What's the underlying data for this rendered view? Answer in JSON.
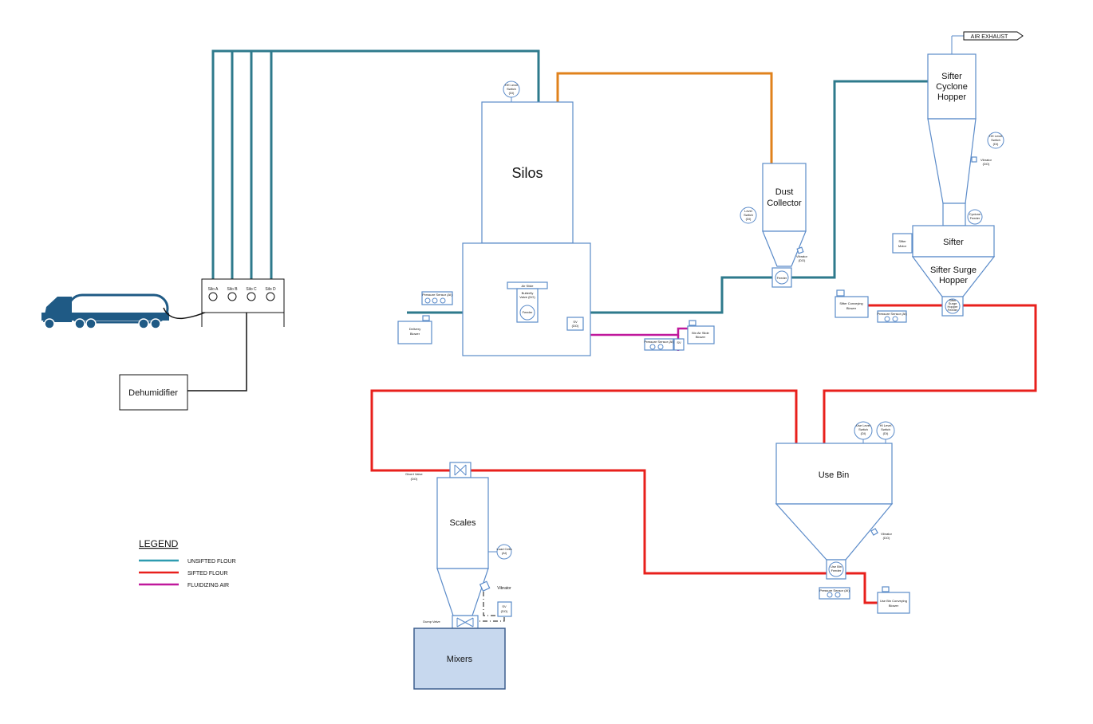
{
  "labels": {
    "silos": "Silos",
    "dust_collector_1": "Dust",
    "dust_collector_2": "Collector",
    "cyclone_1": "Sifter",
    "cyclone_2": "Cyclone",
    "cyclone_3": "Hopper",
    "sifter": "Sifter",
    "surge_1": "Sifter Surge",
    "surge_2": "Hopper",
    "use_bin": "Use Bin",
    "scales": "Scales",
    "mixers": "Mixers",
    "dehumidifier": "Dehumidifier",
    "air_exhaust": "AIR EXHAUST",
    "silo_a": "Silo A",
    "silo_b": "Silo B",
    "silo_c": "Silo C",
    "silo_d": "Silo D",
    "delivery_blower_1": "Delivery",
    "delivery_blower_2": "Blower",
    "air_slide": "Air Slide",
    "butterfly_1": "Butterfly",
    "butterfly_2": "Valve (DO)",
    "feeder": "Feeder",
    "pressure_sensor_ai": "Pressure Sensor (AI)",
    "sv_do": "SV (DO)",
    "sv": "SV",
    "do": "(DO)",
    "bin_air_blower_1": "Bin Air Slide",
    "bin_air_blower_2": "Blower",
    "hh_level_1": "HH Level",
    "hh_level_2": "Switch",
    "hh_level_3": "(DI)",
    "level_switch_1": "Level",
    "level_switch_2": "Switch",
    "level_switch_3": "(DI)",
    "vibrator": "Vibrator",
    "vibrator_do": "(DO)",
    "sifter_motor_1": "Sifter",
    "sifter_motor_2": "Motor",
    "cyclone_feeder_1": "Cyclone",
    "cyclone_feeder_2": "Feeder",
    "sifter_conveying_1": "Sifter Conveying",
    "sifter_conveying_2": "Blower",
    "surge_feeder_1": "Sifter",
    "surge_feeder_2": "Surge",
    "surge_feeder_3": "Hopper",
    "surge_feeder_4": "Feeder",
    "use_low_1": "Use Level",
    "use_low_2": "Switch",
    "use_low_3": "(DI)",
    "use_hl_1": "HI Level",
    "use_hl_2": "Switch",
    "use_hl_3": "(DI)",
    "use_bin_feeder_1": "Use Bin",
    "use_bin_feeder_2": "Feeder",
    "use_bin_blower_1": "Use Bin Conveying",
    "use_bin_blower_2": "Blower",
    "divert_1": "Divert Valve",
    "divert_2": "(DO)",
    "load_cells_1": "Load Cells",
    "load_cells_2": "(AI)",
    "dump_valve": "Dump Valve",
    "scale_vibrator": "Vibrator"
  },
  "legend": {
    "title": "LEGEND",
    "items": [
      {
        "label": "UNSIFTED FLOUR",
        "color": "#2e9bb0"
      },
      {
        "label": "SIFTED FLOUR",
        "color": "#e8201c"
      },
      {
        "label": "FLUIDIZING AIR",
        "color": "#c0189c"
      }
    ]
  },
  "colors": {
    "unsifted": "#2e7a8c",
    "sifted": "#e8201c",
    "fluidizing": "#c0189c",
    "exhaust": "#e0821c",
    "equipment_outline": "#5b8bc9",
    "truck": "#1f5a85",
    "mixers_fill": "#c7d8ee"
  }
}
